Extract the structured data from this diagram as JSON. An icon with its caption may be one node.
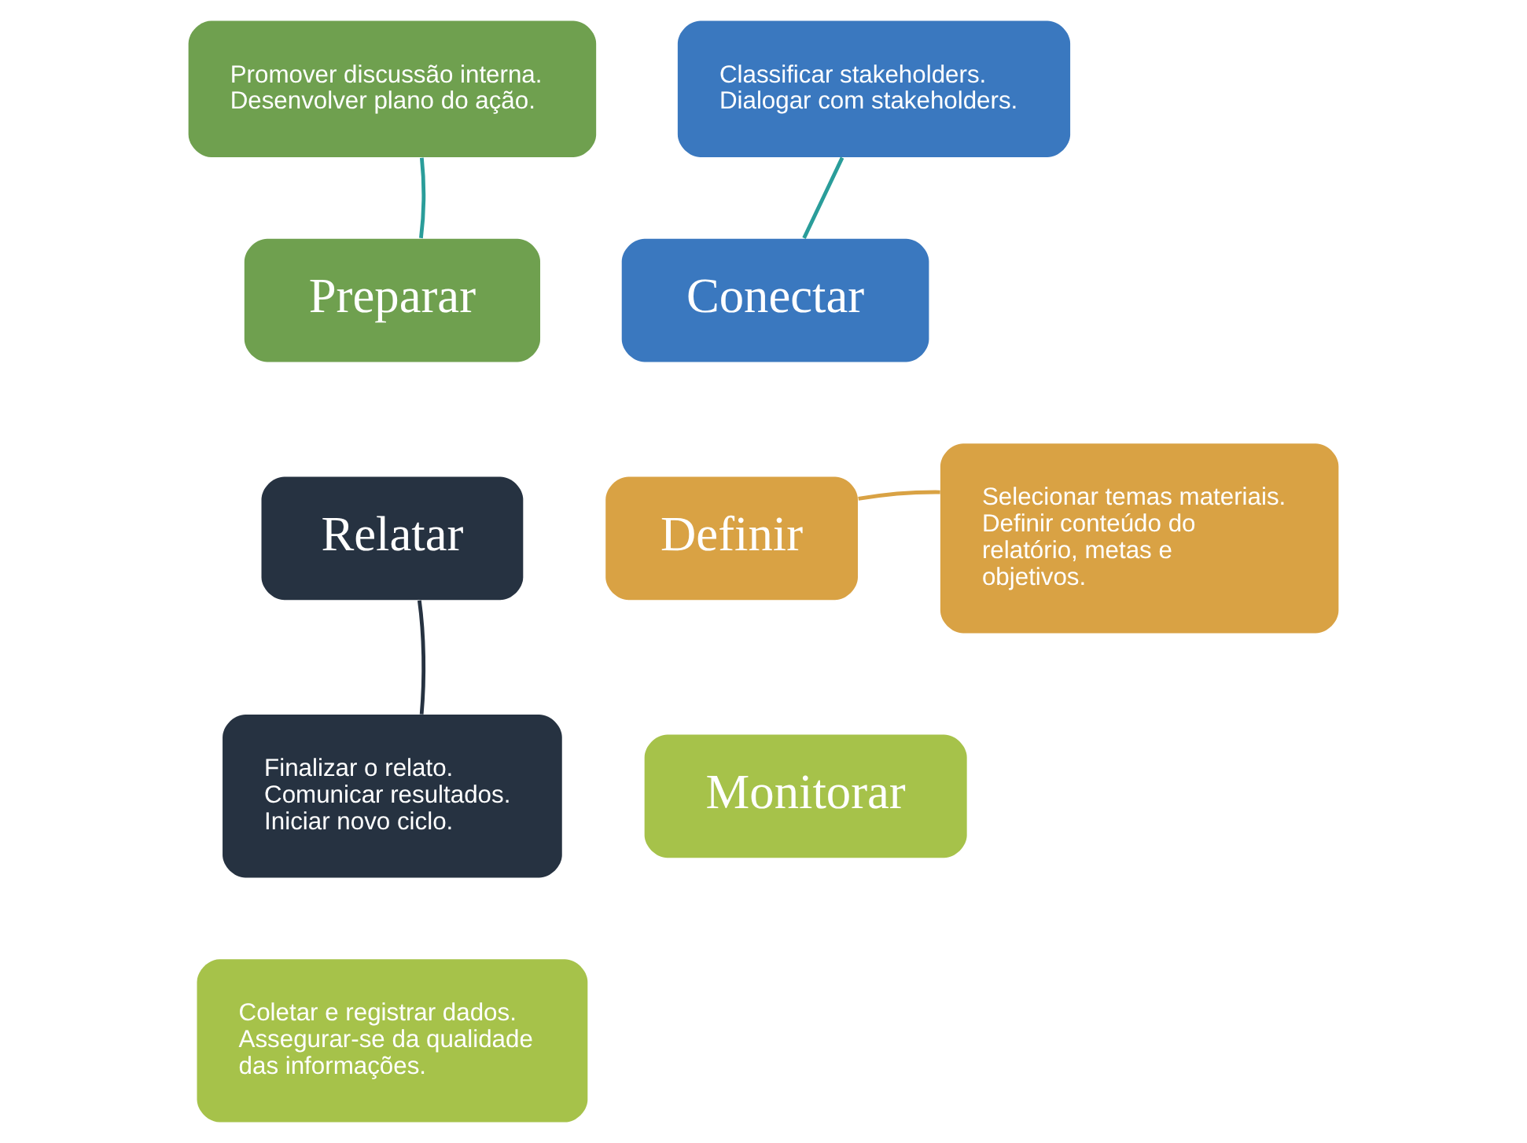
{
  "diagram": {
    "nodes": [
      {
        "text": [
          "Preparar"
        ]
      },
      {
        "text": [
          "Conectar"
        ]
      },
      {
        "text": [
          "Definir"
        ]
      },
      {
        "text": [
          "Monitorar"
        ]
      },
      {
        "text": [
          "Relatar"
        ]
      },
      {
        "text": [
          "Promover discussão interna. Desenvolver plano do ação."
        ]
      },
      {
        "text": [
          "Classificar stakeholders. Dialogar com stakeholders."
        ]
      },
      {
        "text": [
          "Selecionar temas materiais. Definir conteúdo do relatório, metas e objetivos."
        ]
      },
      {
        "text": [
          "Coletar e registrar dados. Assegurar-se da qualidade das informações."
        ]
      },
      {
        "text": [
          "Finalizar o relato. Comunicar resultados. Iniciar novo ciclo."
        ]
      }
    ],
    "edges": [
      {
        "from": 5,
        "to": 0,
        "arrow": "none"
      },
      {
        "from": 6,
        "to": 1,
        "arrow": "none"
      },
      {
        "from": 7,
        "to": 2,
        "arrow": "none",
        "color": "#d9a244"
      },
      {
        "from": 9,
        "to": 4,
        "arrow": "none",
        "color": "#263241"
      }
    ]
  }
}
